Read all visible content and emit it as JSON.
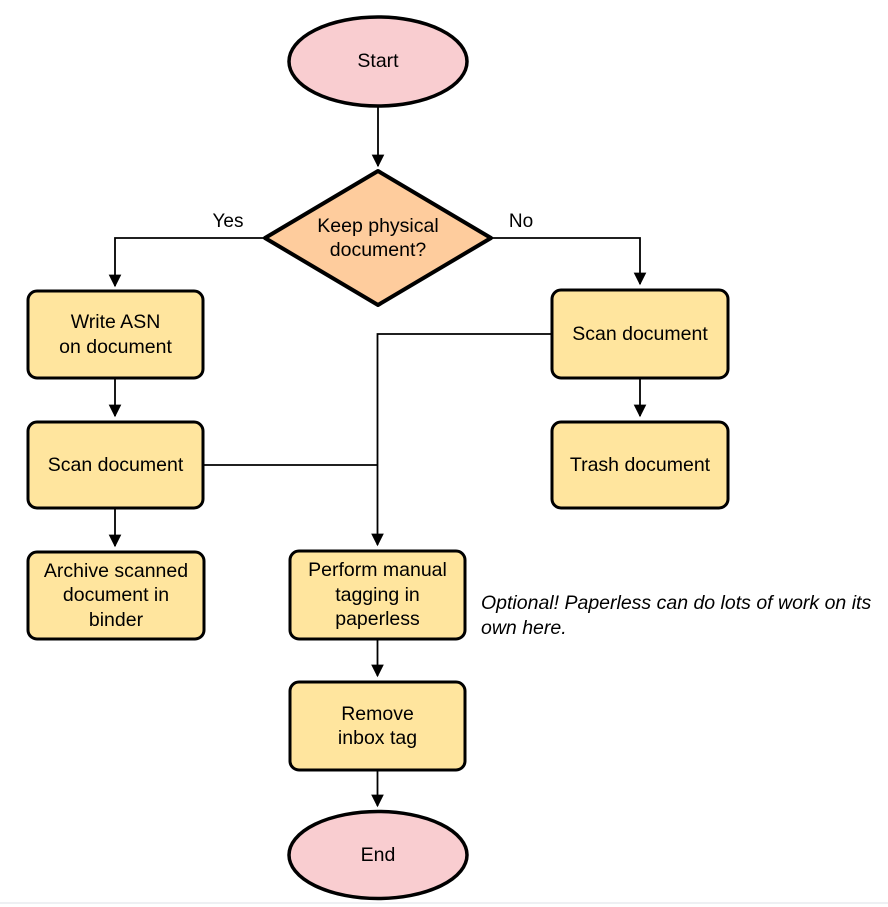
{
  "diagram": {
    "type": "flowchart",
    "topic": "Paperless document scanning workflow"
  },
  "colors": {
    "terminal_fill": "#f9cdd0",
    "decision_fill": "#fecc9d",
    "process_fill": "#ffe59e",
    "stroke": "#000000",
    "background": "#ffffff"
  },
  "nodes": {
    "start": {
      "id": "start",
      "type": "terminal",
      "label": "Start"
    },
    "decision": {
      "id": "decision",
      "type": "decision",
      "label": "Keep physical\ndocument?"
    },
    "write_asn": {
      "id": "write_asn",
      "type": "process",
      "label": "Write ASN\non document"
    },
    "scan_left": {
      "id": "scan_left",
      "type": "process",
      "label": "Scan document"
    },
    "archive": {
      "id": "archive",
      "type": "process",
      "label": "Archive scanned\ndocument in\nbinder"
    },
    "scan_right": {
      "id": "scan_right",
      "type": "process",
      "label": "Scan document"
    },
    "trash": {
      "id": "trash",
      "type": "process",
      "label": "Trash document"
    },
    "perform_tagging": {
      "id": "perform_tagging",
      "type": "process",
      "label": "Perform manual\ntagging in\npaperless"
    },
    "remove_inbox": {
      "id": "remove_inbox",
      "type": "process",
      "label": "Remove\ninbox tag"
    },
    "end": {
      "id": "end",
      "type": "terminal",
      "label": "End"
    }
  },
  "edge_labels": {
    "yes": "Yes",
    "no": "No"
  },
  "edges": [
    {
      "from": "start",
      "to": "decision",
      "label": ""
    },
    {
      "from": "decision",
      "to": "write_asn",
      "label": "Yes"
    },
    {
      "from": "decision",
      "to": "scan_right",
      "label": "No"
    },
    {
      "from": "write_asn",
      "to": "scan_left",
      "label": ""
    },
    {
      "from": "scan_left",
      "to": "archive",
      "label": ""
    },
    {
      "from": "scan_right",
      "to": "trash",
      "label": ""
    },
    {
      "from": "scan_right",
      "to": "perform_tagging",
      "label": ""
    },
    {
      "from": "scan_left",
      "to": "perform_tagging",
      "label": ""
    },
    {
      "from": "perform_tagging",
      "to": "remove_inbox",
      "label": ""
    },
    {
      "from": "remove_inbox",
      "to": "end",
      "label": ""
    }
  ],
  "note": {
    "text": "Optional! Paperless can do lots of work on its own here."
  }
}
